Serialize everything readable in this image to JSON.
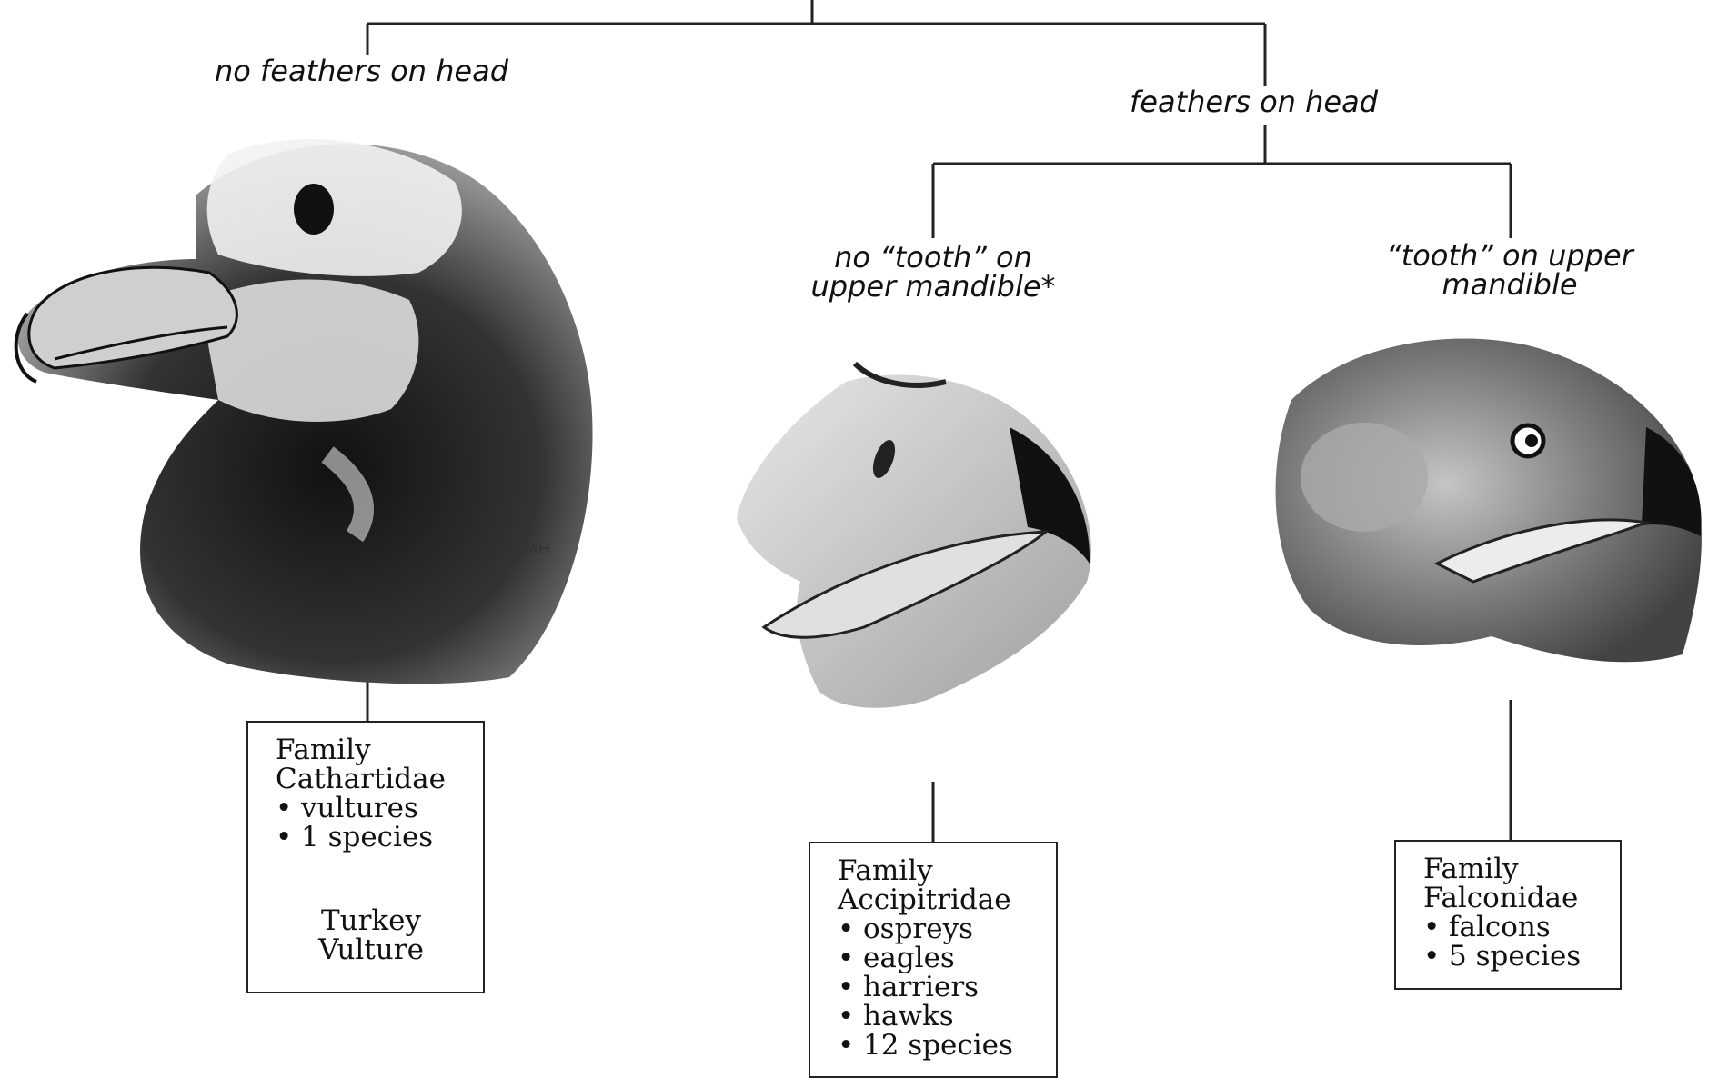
{
  "branches": {
    "no_feathers": "no feathers on head",
    "feathers": "feathers on head",
    "no_tooth_line1": "no “tooth” on",
    "no_tooth_line2": "upper mandible*",
    "tooth_line1": "“tooth” on upper",
    "tooth_line2": "mandible"
  },
  "artist_initials": "MH",
  "families": {
    "cathartidae": {
      "word": "Family",
      "name": "Cathartidae",
      "items": [
        "vultures",
        "1 species"
      ],
      "example_line1": "Turkey",
      "example_line2": "Vulture"
    },
    "accipitridae": {
      "word": "Family",
      "name": "Accipitridae",
      "items": [
        "ospreys",
        "eagles",
        "harriers",
        "hawks",
        "12 species"
      ]
    },
    "falconidae": {
      "word": "Family",
      "name": "Falconidae",
      "items": [
        "falcons",
        "5 species"
      ]
    }
  },
  "icons": {
    "vulture": "vulture-head-icon",
    "hawk": "hawk-head-icon",
    "falcon": "falcon-head-icon"
  },
  "colors": {
    "ink": "#111111",
    "line": "#222222",
    "paper": "#ffffff"
  }
}
